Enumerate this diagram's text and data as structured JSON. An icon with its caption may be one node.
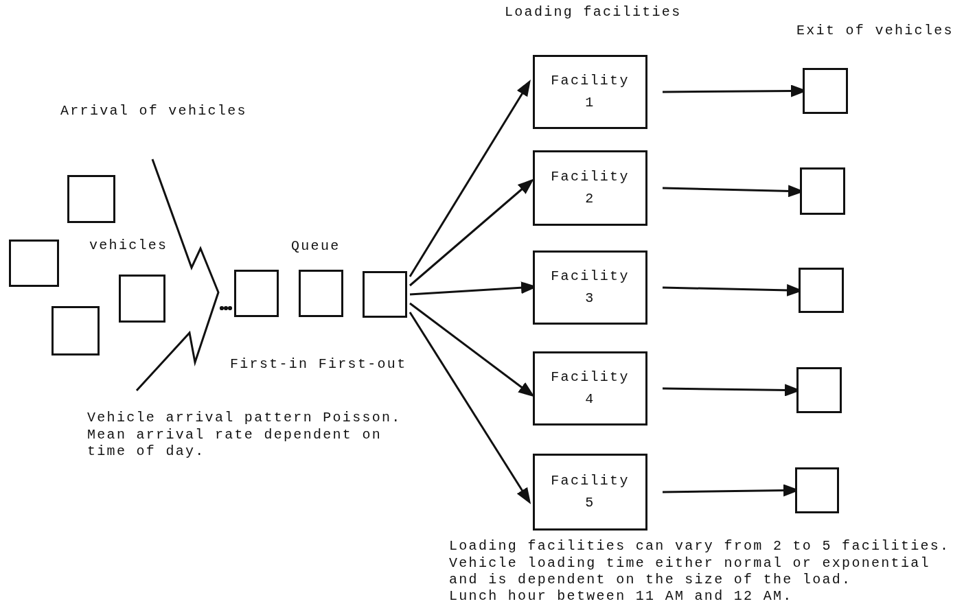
{
  "diagram": {
    "nodes": [
      {
        "text": [],
        "shape": "box"
      },
      {
        "text": [],
        "shape": "box"
      },
      {
        "text": [],
        "shape": "box"
      },
      {
        "text": [],
        "shape": "box"
      },
      {
        "text": [],
        "shape": "box"
      },
      {
        "text": [],
        "shape": "box"
      },
      {
        "text": [],
        "shape": "box"
      },
      {
        "text": [
          "Facility 1"
        ]
      },
      {
        "text": [
          "Facility 2"
        ]
      },
      {
        "text": [
          "Facility 3"
        ]
      },
      {
        "text": [
          "Facility 4"
        ]
      },
      {
        "text": [
          "Facility 5"
        ]
      },
      {
        "text": [],
        "shape": "box"
      },
      {
        "text": [],
        "shape": "box"
      },
      {
        "text": [],
        "shape": "box"
      },
      {
        "text": [],
        "shape": "box"
      },
      {
        "text": [],
        "shape": "box"
      }
    ],
    "edges": [
      {
        "from": 6,
        "to": 7,
        "arrow": "to"
      },
      {
        "from": 6,
        "to": 8,
        "arrow": "to"
      },
      {
        "from": 6,
        "to": 9,
        "arrow": "to"
      },
      {
        "from": 6,
        "to": 10,
        "arrow": "to"
      },
      {
        "from": 6,
        "to": 11,
        "arrow": "to"
      },
      {
        "from": 7,
        "to": 12,
        "arrow": "to"
      },
      {
        "from": 8,
        "to": 13,
        "arrow": "to"
      },
      {
        "from": 9,
        "to": 14,
        "arrow": "to"
      },
      {
        "from": 10,
        "to": 15,
        "arrow": "to"
      },
      {
        "from": 11,
        "to": 16,
        "arrow": "to"
      }
    ],
    "labels": [
      "Loading facilities",
      "Exit of vehicles",
      "Arrival of vehicles",
      "vehicles",
      "Queue",
      "First-in First-out",
      "Vehicle arrival pattern Poisson.",
      "Mean arrival rate dependent on time of day.",
      "Loading facilities can vary from 2 to 5 facilities.",
      "Vehicle loading time either normal or exponential and is dependent on the size of the load.",
      "Lunch hour between 11 AM and 12 AM."
    ]
  }
}
